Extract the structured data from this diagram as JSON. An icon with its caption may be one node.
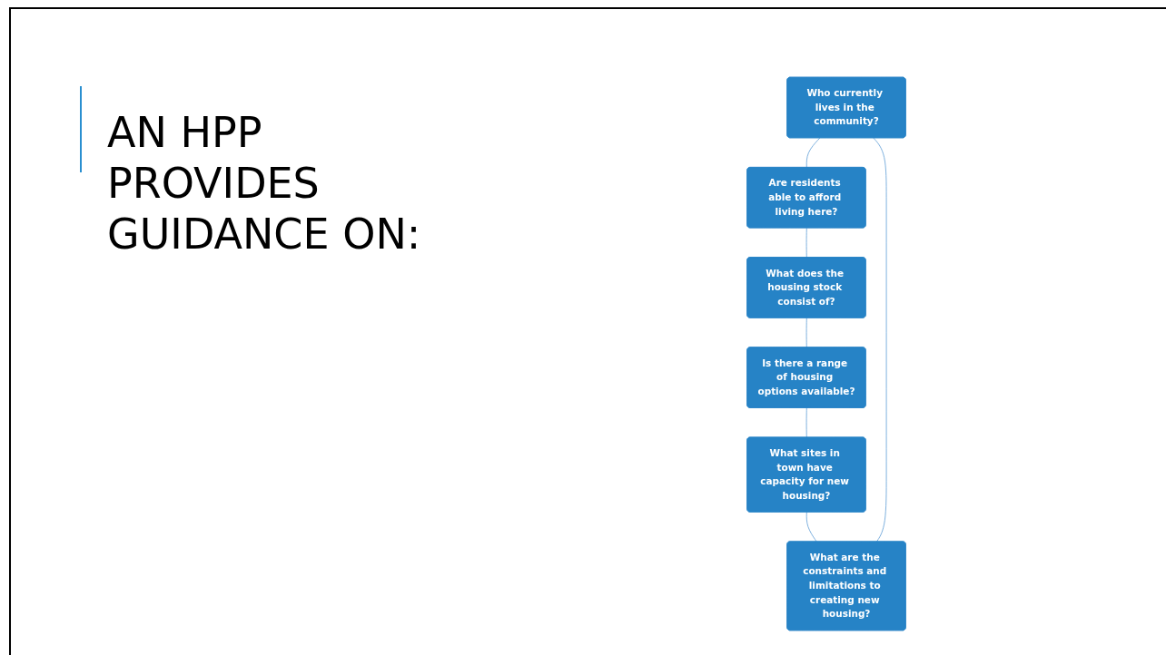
{
  "diagram": {
    "title": "AN HPP PROVIDES GUIDANCE ON:",
    "nodes": [
      {
        "text": [
          "Who currently lives in the community?"
        ]
      },
      {
        "text": [
          "Are residents able to afford living here?"
        ]
      },
      {
        "text": [
          "What does the housing stock consist of?"
        ]
      },
      {
        "text": [
          "Is there a range of housing options available?"
        ]
      },
      {
        "text": [
          "What sites in town have capacity for new housing?"
        ]
      },
      {
        "text": [
          "What are the constraints and limitations to creating new housing?"
        ]
      }
    ],
    "edges": [
      {
        "from": 0,
        "to": 1,
        "arrow": "none"
      },
      {
        "from": 1,
        "to": 2,
        "arrow": "none"
      },
      {
        "from": 2,
        "to": 3,
        "arrow": "none"
      },
      {
        "from": 3,
        "to": 4,
        "arrow": "none"
      },
      {
        "from": 4,
        "to": 5,
        "arrow": "none"
      },
      {
        "from": 5,
        "to": 0,
        "arrow": "none"
      }
    ]
  }
}
